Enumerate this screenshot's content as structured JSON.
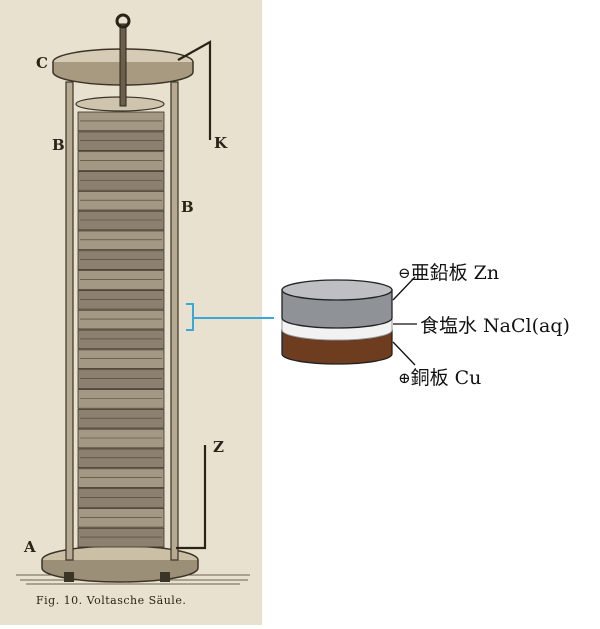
{
  "engraving": {
    "letters": {
      "c": "C",
      "b_left": "B",
      "b_right": "B",
      "k": "K",
      "z": "Z",
      "a": "A"
    },
    "caption": "Fig. 10.  Voltasche Säule."
  },
  "cell": {
    "zinc": {
      "sign": "⊖",
      "label": "亜鉛板 Zn"
    },
    "electrolyte": {
      "label": "食塩水 NaCl(aq)"
    },
    "copper": {
      "sign": "⊕",
      "label": "銅板 Cu"
    }
  },
  "colors": {
    "paper": "#e9e1cf",
    "zinc": "#8f9296",
    "zinc_top": "#bdbfc2",
    "separator": "#f2f2f2",
    "copper": "#6e3c1e",
    "bracket": "#38a8d8"
  }
}
